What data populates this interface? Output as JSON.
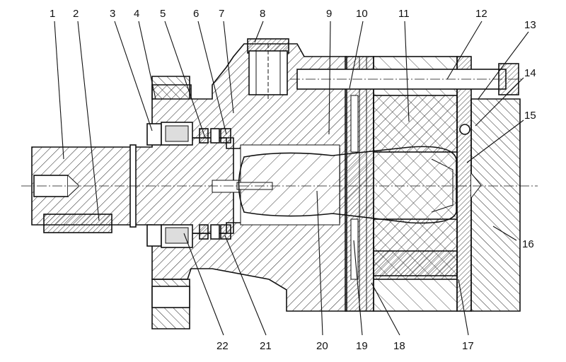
{
  "callouts_top": [
    "1",
    "2",
    "3",
    "4",
    "5",
    "6",
    "7",
    "8",
    "9",
    "10",
    "11",
    "12"
  ],
  "callouts_right": [
    "13",
    "14",
    "15",
    "16"
  ],
  "callouts_bottom": [
    "22",
    "21",
    "20",
    "19",
    "18",
    "17"
  ]
}
